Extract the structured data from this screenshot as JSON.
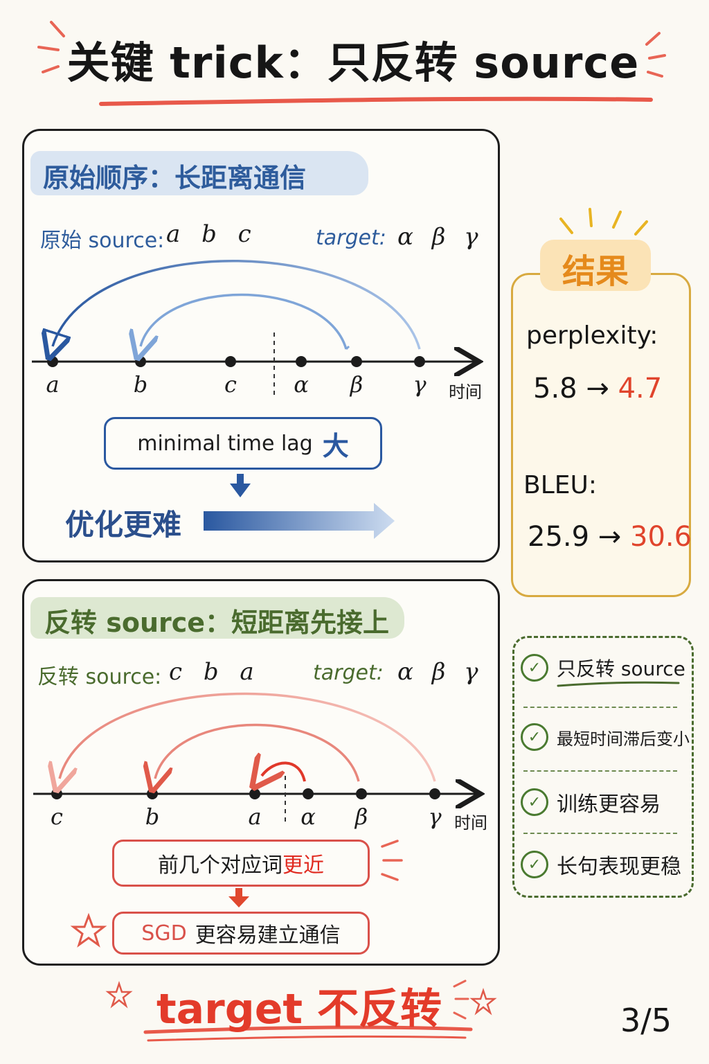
{
  "title": "关键 trick：只反转 source",
  "original": {
    "heading": "原始顺序：长距离通信",
    "source_label": "原始 source:",
    "source_seq": "a b c",
    "target_label": "target:",
    "target_seq": "α β γ",
    "timeline_labels": [
      "a",
      "b",
      "c",
      "α",
      "β",
      "γ"
    ],
    "time_label": "时间",
    "box_text": "minimal time lag",
    "box_emphasis": "大",
    "outcome": "优化更难"
  },
  "reversed": {
    "heading": "反转 source：短距离先接上",
    "source_label": "反转 source:",
    "source_seq": "c b a",
    "target_label": "target:",
    "target_seq": "α β γ",
    "timeline_labels": [
      "c",
      "b",
      "a",
      "α",
      "β",
      "γ"
    ],
    "time_label": "时间",
    "box1_text": "前几个对应词",
    "box1_emphasis": "更近",
    "box2_prefix": "SGD",
    "box2_text": "更容易建立通信"
  },
  "results": {
    "title": "结果",
    "perplexity_label": "perplexity:",
    "perplexity_old": "5.8",
    "perplexity_new": "4.7",
    "bleu_label": "BLEU:",
    "bleu_old": "25.9",
    "bleu_new": "30.6",
    "arrow": "→"
  },
  "checklist": [
    "只反转 source",
    "最短时间滞后变小",
    "训练更容易",
    "长句表现更稳"
  ],
  "footer": "target 不反转",
  "page_number": "3/5",
  "colors": {
    "blue": "#2a58a0",
    "green": "#4a6b2e",
    "red": "#e33b2a",
    "orange": "#e58a1c"
  }
}
